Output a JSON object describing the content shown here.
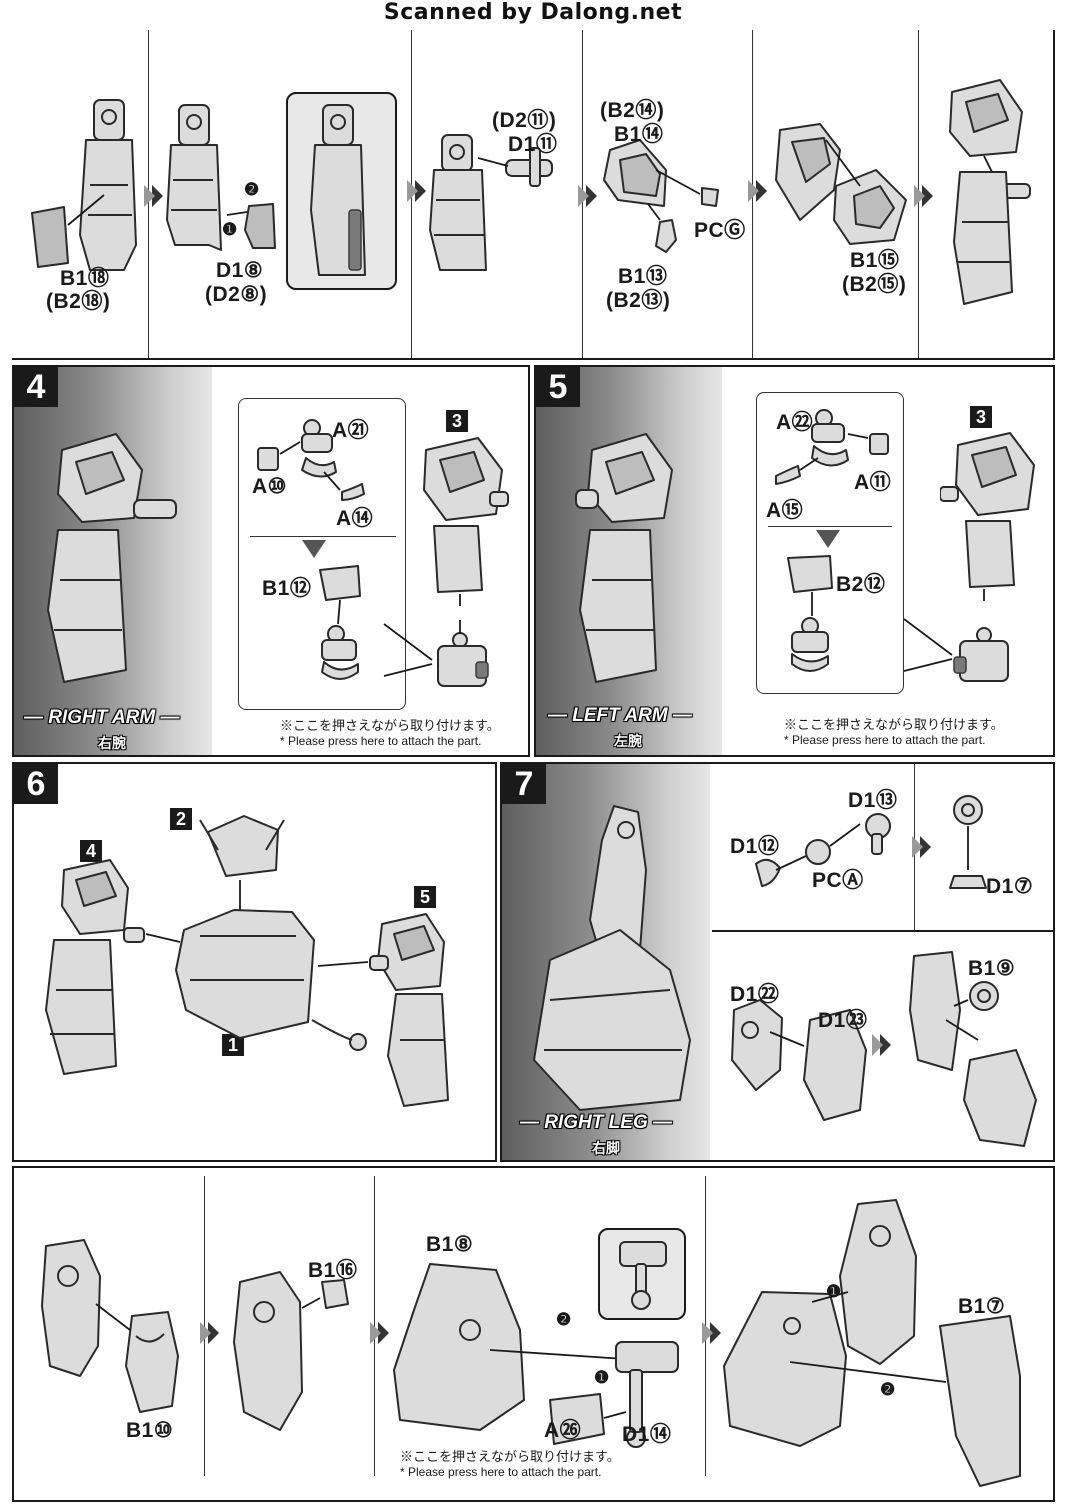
{
  "header": {
    "watermark": "Scanned by Dalong.net"
  },
  "colors": {
    "ink": "#1a1a1a",
    "gray_panel": "#8a8a8a",
    "paper": "#ffffff"
  },
  "top": {
    "l1": "B1⑱",
    "l2": "(B2⑱)",
    "l3": "D1⑧",
    "l4": "(D2⑧)",
    "mark1": "❶",
    "mark2": "❷",
    "l5": "(D2⑪)",
    "l6": "D1⑪",
    "l7": "(B2⑭)",
    "l8": "B1⑭",
    "l9": "PCⒼ",
    "l10": "B1⑬",
    "l11": "(B2⑬)",
    "l12": "B1⑮",
    "l13": "(B2⑮)"
  },
  "step4": {
    "num": "4",
    "ref": "3",
    "a21": "A㉑",
    "a10": "A⑩",
    "a14": "A⑭",
    "b12": "B1⑫",
    "banner": "— RIGHT ARM —",
    "sub": "右腕",
    "note_jp": "※ここを押さえながら取り付けます。",
    "note_en": "* Please press here to attach the part."
  },
  "step5": {
    "num": "5",
    "ref": "3",
    "a22": "A㉒",
    "a11": "A⑪",
    "a15": "A⑮",
    "b12": "B2⑫",
    "banner": "— LEFT ARM —",
    "sub": "左腕",
    "note_jp": "※ここを押さえながら取り付けます。",
    "note_en": "* Please press here to attach the part."
  },
  "step6": {
    "num": "6",
    "r2": "2",
    "r4": "4",
    "r5": "5",
    "r1": "1"
  },
  "step7": {
    "num": "7",
    "d13": "D1⑬",
    "d12": "D1⑫",
    "pca": "PCⒶ",
    "d17": "D1⑦",
    "d22": "D1㉒",
    "d23": "D1㉓",
    "b19": "B1⑨",
    "banner": "— RIGHT LEG —",
    "sub": "右脚"
  },
  "bottom": {
    "b10": "B1⑩",
    "b16": "B1⑯",
    "b18": "B1⑧",
    "m2a": "❷",
    "m1": "❶",
    "a26": "A㉖",
    "d14": "D1⑭",
    "m1b": "❶",
    "b17": "B1⑦",
    "m2b": "❷",
    "note_jp": "※ここを押さえながら取り付けます。",
    "note_en": "* Please press here to attach the part."
  }
}
